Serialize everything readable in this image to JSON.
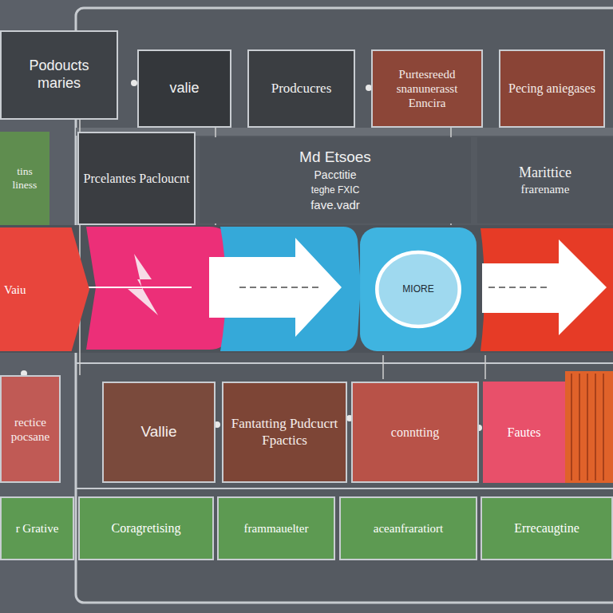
{
  "diagram": {
    "nodes": [
      {
        "text": [
          "Podoucts maries"
        ]
      },
      {
        "text": [
          "valie"
        ]
      },
      {
        "text": [
          "Prodcucres"
        ]
      },
      {
        "text": [
          "Purtesreedd snanunerasst Enncira"
        ]
      },
      {
        "text": [
          "Pecing aniegases"
        ]
      },
      {
        "text": [
          "tins liness"
        ]
      },
      {
        "text": [
          "Prcelantes Pacloucnt"
        ]
      },
      {
        "text": [
          "Md Etsoes",
          "Pacctitie",
          "teghe FXIC",
          "fave.vadr"
        ]
      },
      {
        "text": [
          "Marittice",
          "frarename"
        ]
      },
      {
        "text": [
          "Vaiu"
        ]
      },
      {
        "text": [
          "MIORE"
        ]
      },
      {
        "text": [
          "rectice pocsane"
        ]
      },
      {
        "text": [
          "Vallie"
        ]
      },
      {
        "text": [
          "Fantatting Pudcucrt Fpactics"
        ]
      },
      {
        "text": [
          "conntting"
        ]
      },
      {
        "text": [
          "Fautes"
        ]
      },
      {
        "text": [
          "r Grative"
        ]
      },
      {
        "text": [
          "Coragretising"
        ]
      },
      {
        "text": [
          "frammauelter"
        ]
      },
      {
        "text": [
          "aceanfraratiort"
        ]
      },
      {
        "text": [
          "Errecaugtine"
        ]
      }
    ]
  }
}
